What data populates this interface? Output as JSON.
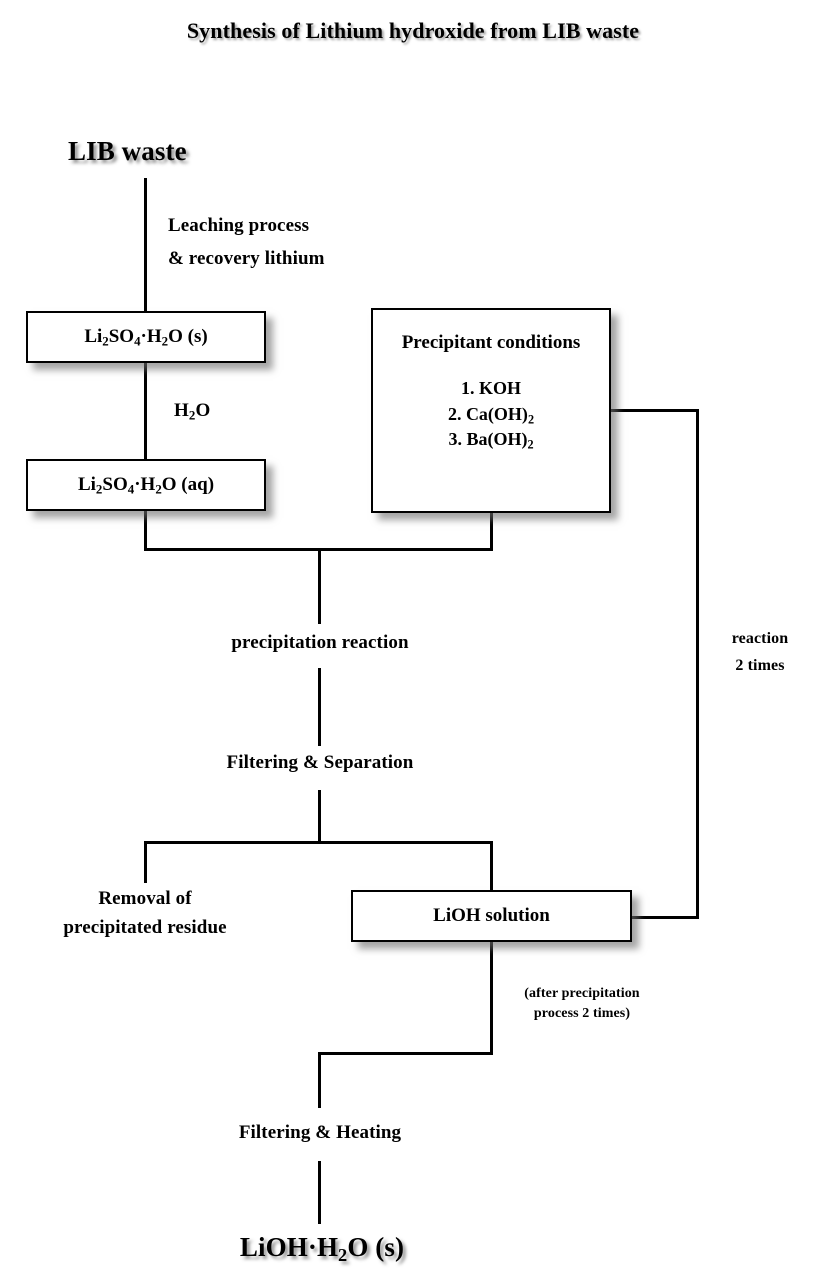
{
  "title": "Synthesis of Lithium hydroxide from LIB waste",
  "nodes": {
    "start": "LIB waste",
    "end": "LiOH·H",
    "end_sub": "2",
    "end_tail": "O (s)"
  },
  "boxes": {
    "sulfate_solid": {
      "formula_a": "Li",
      "sub_a": "2",
      "formula_b": "SO",
      "sub_b": "4",
      "formula_c": "·H",
      "sub_c": "2",
      "formula_d": "O  (s)"
    },
    "sulfate_aq": {
      "formula_a": "Li",
      "sub_a": "2",
      "formula_b": "SO",
      "sub_b": "4",
      "formula_c": "·H",
      "sub_c": "2",
      "formula_d": "O  (aq)"
    },
    "precipitant": {
      "header": "Precipitant conditions",
      "item1": "1. KOH",
      "item2_a": "2. Ca(OH)",
      "item2_sub": "2",
      "item3_a": "3. Ba(OH)",
      "item3_sub": "2"
    },
    "lioh_solution": "LiOH solution"
  },
  "edge_labels": {
    "leaching_line1": "Leaching process",
    "leaching_line2": "& recovery lithium",
    "water_a": "H",
    "water_sub": "2",
    "water_b": "O",
    "precipitation_reaction": "precipitation reaction",
    "filtering_separation": "Filtering & Separation",
    "removal_line1": "Removal of",
    "removal_line2": "precipitated residue",
    "filtering_heating": "Filtering & Heating"
  },
  "notes": {
    "recycle_line1": "reaction",
    "recycle_line2": "2 times",
    "after_precip_line1": "(after precipitation",
    "after_precip_line2": "process 2 times)"
  },
  "colors": {
    "ink": "#000000",
    "paper": "#ffffff",
    "shadow": "#6e6e6e"
  }
}
